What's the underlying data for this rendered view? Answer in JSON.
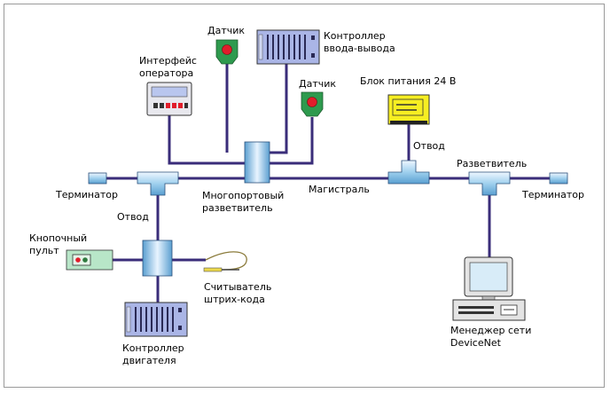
{
  "labels": {
    "sensor_top": "Датчик",
    "io_controller_line1": "Контроллер",
    "io_controller_line2": "ввода-вывода",
    "operator_interface_line1": "Интерфейс",
    "operator_interface_line2": "оператора",
    "sensor_right": "Датчик",
    "power_supply": "Блок питания 24 В",
    "tap_right": "Отвод",
    "splitter_right": "Разветвитель",
    "terminator_left": "Терминатор",
    "terminator_right": "Терминатор",
    "multiport_splitter_line1": "Многопортовый",
    "multiport_splitter_line2": "разветвитель",
    "trunk": "Магистраль",
    "tap_left": "Отвод",
    "push_button_line1": "Кнопочный",
    "push_button_line2": "пульт",
    "barcode_line1": "Считыватель",
    "barcode_line2": "штрих-кода",
    "motor_controller_line1": "Контроллер",
    "motor_controller_line2": "двигателя",
    "network_manager_line1": "Менеджер сети",
    "network_manager_line2": "DeviceNet"
  },
  "colors": {
    "line": "#3a2d7a",
    "device_fill": "#aab5e6",
    "sensor_fill": "#2e9a4e",
    "sensor_led": "#e11d2b",
    "power_fill": "#f6ee22",
    "button_panel_fill": "#b8e6c8",
    "monitor_fill": "#d8ecf8"
  }
}
